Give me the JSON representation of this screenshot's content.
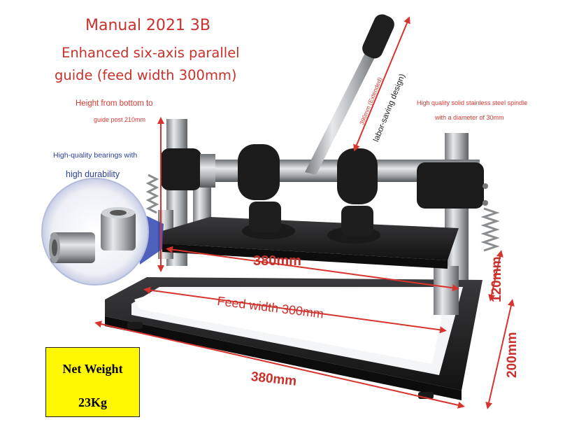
{
  "headline": {
    "title": "Manual 2021 3B",
    "line1": "Enhanced six-axis parallel",
    "line2": "guide (feed width 300mm)"
  },
  "callouts": {
    "height_line1": "Height from bottom to",
    "height_line2": "guide post 210mm",
    "bearing_line1": "High-quality bearings with",
    "bearing_line2": "high durability",
    "spindle_line1": "High quality solid stainless steel spindle",
    "spindle_line2": "with a diameter of 30mm",
    "handle_extended": "390mm (Extended)",
    "handle_design": "labor-saving design)"
  },
  "dimensions": {
    "top_width": "380mm",
    "feed_width": "Feed width 300mm",
    "base_width": "380mm",
    "height": "120mm",
    "depth": "200mm"
  },
  "weight": {
    "label": "Net Weight",
    "value": "23Kg"
  },
  "colors": {
    "accent_red": "#c8312c",
    "bearing_blue": "#2a3fa0",
    "weight_box": "#fff700"
  }
}
